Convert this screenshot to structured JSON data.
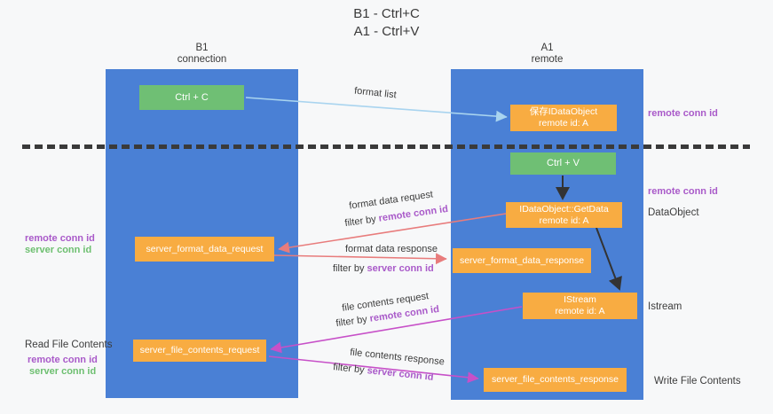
{
  "title": {
    "line1": "B1 - Ctrl+C",
    "line2": "A1 - Ctrl+V"
  },
  "lanes": {
    "left": {
      "name": "B1",
      "role": "connection"
    },
    "right": {
      "name": "A1",
      "role": "remote"
    }
  },
  "boxes": {
    "ctrl_c": {
      "label": "Ctrl + C"
    },
    "save_idataobject": {
      "line1": "保存IDataObject",
      "line2": "remote id: A"
    },
    "ctrl_v": {
      "label": "Ctrl + V"
    },
    "getdata": {
      "line1": "IDataObject::GetData",
      "line2": "remote id: A"
    },
    "server_format_data_request": {
      "label": "server_format_data_request"
    },
    "server_format_data_response": {
      "label": "server_format_data_response"
    },
    "istream": {
      "line1": "IStream",
      "line2": "remote id: A"
    },
    "server_file_contents_request": {
      "label": "server_file_contents_request"
    },
    "server_file_contents_response": {
      "label": "server_file_contents_response"
    }
  },
  "labels": {
    "format_list": "format list",
    "format_data_request": "format data request",
    "format_data_response": "format data response",
    "file_contents_request": "file contents request",
    "file_contents_response": "file contents response",
    "filter_by": "filter by",
    "remote_conn_id": "remote conn id",
    "server_conn_id": "server conn id",
    "read_file_contents": "Read File Contents",
    "write_file_contents": "Write File Contents",
    "dataobject": "DataObject",
    "istream": "Istream"
  },
  "colors": {
    "background": "#f7f8f9",
    "lane_blue": "#4a80d5",
    "box_green": "#6fbf74",
    "box_orange": "#f8ac42",
    "purple_text": "#a95ac9",
    "green_text": "#6dbf70",
    "light_blue_arrow": "#a9d4ef",
    "salmon_arrow": "#e87c7c",
    "magenta_arrow": "#c750c8",
    "black_arrow": "#333333",
    "text_dark": "#3c3c3c"
  }
}
